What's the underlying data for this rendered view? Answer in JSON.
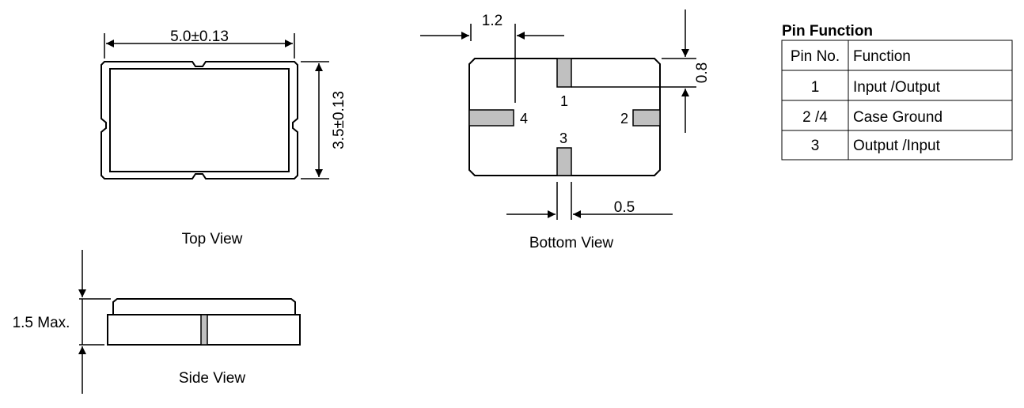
{
  "top_view": {
    "caption": "Top View",
    "dim_width": "5.0±0.13",
    "dim_height": "3.5±0.13"
  },
  "bottom_view": {
    "caption": "Bottom View",
    "dim_pad_offset": "1.2",
    "dim_pad_length": "0.8",
    "dim_pad_width": "0.5",
    "pin_labels": [
      "1",
      "2",
      "3",
      "4"
    ],
    "pad_color": "#c0c0c0"
  },
  "side_view": {
    "caption": "Side View",
    "dim_height": "1.5 Max."
  },
  "pin_table": {
    "title": "Pin Function",
    "headers": [
      "Pin No.",
      "Function"
    ],
    "rows": [
      {
        "pin": "1",
        "function": "Input /Output"
      },
      {
        "pin": "2 /4",
        "function": "Case Ground"
      },
      {
        "pin": "3",
        "function": "Output /Input"
      }
    ]
  }
}
